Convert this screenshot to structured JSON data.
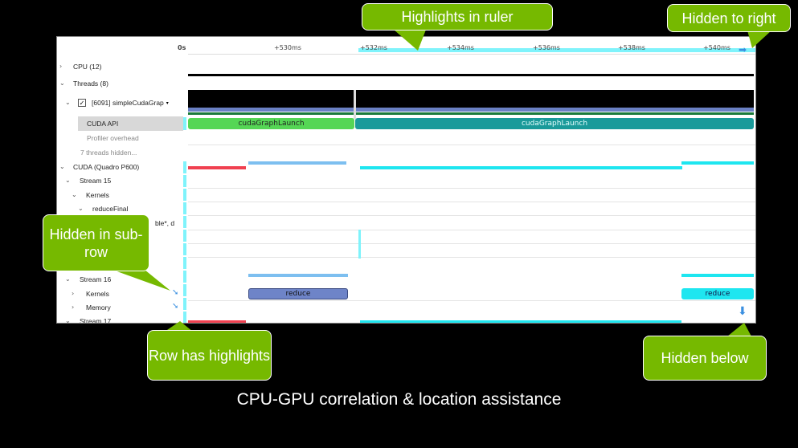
{
  "ruler": {
    "ticks": [
      "0s",
      "+530ms",
      "+532ms",
      "+534ms",
      "+536ms",
      "+538ms",
      "+540ms"
    ]
  },
  "tree": {
    "cpu": "CPU (12)",
    "threads": "Threads (8)",
    "process": "[6091] simpleCudaGrap",
    "cuda_api": "CUDA API",
    "profiler_overhead": "Profiler overhead",
    "threads_hidden": "7 threads hidden...",
    "cuda_device": "CUDA (Quadro P600)",
    "stream15": "Stream 15",
    "kernels15": "Kernels",
    "reduce_final": "reduceFinal",
    "signature_fragment": "ble*, d",
    "stream16": "Stream 16",
    "kernels16": "Kernels",
    "memory16": "Memory",
    "stream17": "Stream 17"
  },
  "timeline": {
    "api_call_1": "cudaGraphLaunch",
    "api_call_2": "cudaGraphLaunch",
    "kernel_1": "reduce",
    "kernel_2": "reduce"
  },
  "callouts": {
    "ruler": "Highlights in ruler",
    "right": "Hidden to right",
    "subrow": "Hidden in sub-row",
    "row": "Row has highlights",
    "below": "Hidden below"
  },
  "caption": "CPU-GPU correlation & location assistance",
  "colors": {
    "callout": "#76b900",
    "highlight": "#7ff3fb",
    "api_green": "#55d655",
    "api_teal": "#1a9a9a",
    "kernel": "#6e84c8",
    "memcpy": "#7dbff0",
    "red": "#f04050"
  }
}
